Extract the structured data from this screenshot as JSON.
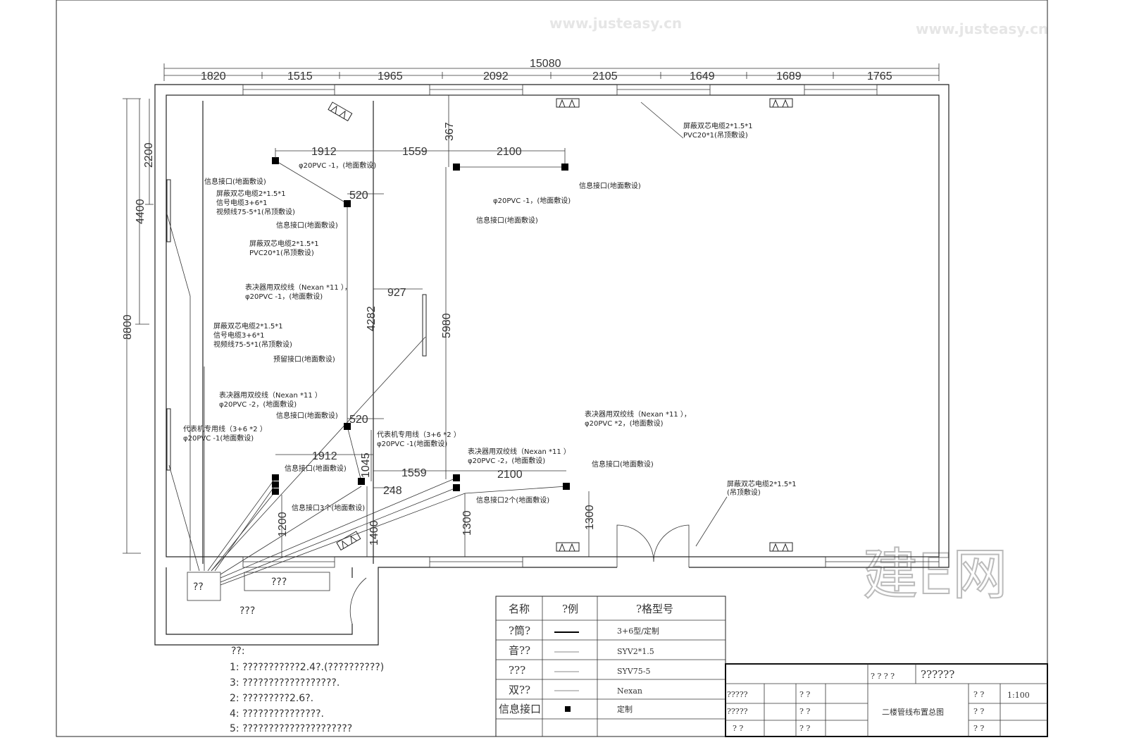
{
  "drawing": {
    "overall_dim": "15080",
    "top_dims": [
      "1820",
      "1515",
      "1965",
      "2092",
      "2105",
      "1649",
      "1689",
      "1765"
    ],
    "left_dims": [
      "8800",
      "4400",
      "2200"
    ],
    "inner_dims": {
      "d1912a": "1912",
      "d1559a": "1559",
      "d2100a": "2100",
      "d367": "367",
      "d520a": "520",
      "d4282": "4282",
      "d927": "927",
      "d5980": "5980",
      "d520b": "520",
      "d1045": "1045",
      "d1912b": "1912",
      "d1559b": "1559",
      "d2100b": "2100",
      "d248": "248",
      "d1200": "1200",
      "d1400": "1400",
      "d1300a": "1300",
      "d1300b": "1300"
    },
    "rooms": {
      "small_box": "??",
      "counter": "???",
      "room": "???"
    },
    "annotations": [
      {
        "lines": [
          "信息接口(地面敷设)"
        ]
      },
      {
        "lines": [
          "屏蔽双芯电缆2*1.5*1",
          "信号电缆3+6*1",
          "视频线75-5*1(吊顶敷设)"
        ]
      },
      {
        "lines": [
          "信息接口(地面敷设)"
        ]
      },
      {
        "lines": [
          "屏蔽双芯电缆2*1.5*1",
          "PVC20*1(吊顶敷设)"
        ]
      },
      {
        "lines": [
          "表决器用双绞线（Nexan *11 ），",
          "φ20PVC -1，(地面敷设)"
        ]
      },
      {
        "lines": [
          "屏蔽双芯电缆2*1.5*1",
          "信号电缆3+6*1",
          "视频线75-5*1(吊顶敷设)"
        ]
      },
      {
        "lines": [
          "预留接口(地面敷设)"
        ]
      },
      {
        "lines": [
          "表决器用双绞线（Nexan *11 ）",
          "φ20PVC -2，(地面敷设)"
        ]
      },
      {
        "lines": [
          "信息接口(地面敷设)"
        ]
      },
      {
        "lines": [
          "代表机专用线（3+6 *2 ）",
          "φ20PVC -1(地面敷设)"
        ]
      },
      {
        "lines": [
          "信息接口(地面敷设)"
        ]
      },
      {
        "lines": [
          "信息接口3个(地面敷设)"
        ]
      },
      {
        "lines": [
          "代表机专用线（3+6 *2 ）",
          "φ20PVC -1(地面敷设)"
        ]
      },
      {
        "lines": [
          "表决器用双绞线（Nexan *11 ）",
          "φ20PVC -2，(地面敷设)"
        ]
      },
      {
        "lines": [
          "信息接口2个(地面敷设)"
        ]
      },
      {
        "lines": [
          "表决器用双绞线（Nexan *11 ），",
          "φ20PVC *2，(地面敷设)"
        ]
      },
      {
        "lines": [
          "信息接口(地面敷设)"
        ]
      },
      {
        "lines": [
          "屏蔽双芯电缆2*1.5*1",
          "(吊顶敷设)"
        ]
      },
      {
        "lines": [
          "屏蔽双芯电缆2*1.5*1",
          "PVC20*1(吊顶敷设)"
        ]
      },
      {
        "lines": [
          "φ20PVC -1，(地面敷设)"
        ]
      },
      {
        "lines": [
          "信息接口(地面敷设)"
        ]
      },
      {
        "lines": [
          "φ20PVC -1，(地面敷设)"
        ]
      },
      {
        "lines": [
          "信息接口(地面敷设)"
        ]
      }
    ]
  },
  "notes": {
    "title": "??:",
    "items": [
      "1: ???????????2.4?.(??????????)",
      "3: ??????????????????.",
      "2: ?????????2.6?.",
      "4: ???????????????.",
      "5: ?????????????????????"
    ]
  },
  "legend": {
    "headers": [
      "名称",
      "?例",
      "?格型号"
    ],
    "rows": [
      {
        "name": "?筒?",
        "spec": "3+6型/定制",
        "symbol": "thick-line"
      },
      {
        "name": "音??",
        "spec": "SYV2*1.5",
        "symbol": "thin-line"
      },
      {
        "name": "???",
        "spec": "SYV75-5",
        "symbol": "thin-line"
      },
      {
        "name": "双??",
        "spec": "Nexan",
        "symbol": "thin-line"
      },
      {
        "name": "信息接口",
        "spec": "定制",
        "symbol": "filled-square"
      }
    ]
  },
  "title_block": {
    "h1": "? ? ? ?",
    "h2": "??????",
    "r1a": "?????",
    "r1b": "? ?",
    "r2a": "?????",
    "r2b": "? ?",
    "r3a": "? ?",
    "r3b": "? ?",
    "drawing_title": "二楼管线布置总图",
    "c1": "? ?",
    "scale": "1:100",
    "c2": "? ?",
    "c3": "? ?"
  },
  "watermark": {
    "logo": "建E网",
    "site": "www.justeasy.cn"
  }
}
